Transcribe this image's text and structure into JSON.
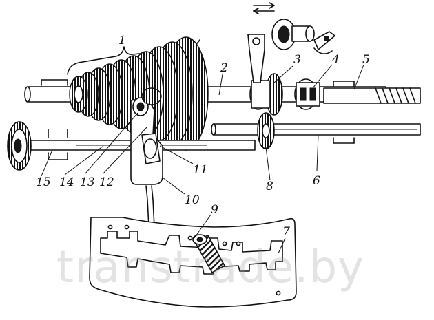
{
  "diagram": {
    "callouts": [
      "1",
      "2",
      "3",
      "4",
      "5",
      "6",
      "7",
      "8",
      "9",
      "10",
      "11",
      "12",
      "13",
      "14",
      "15"
    ],
    "watermark": "transtrade.by"
  }
}
